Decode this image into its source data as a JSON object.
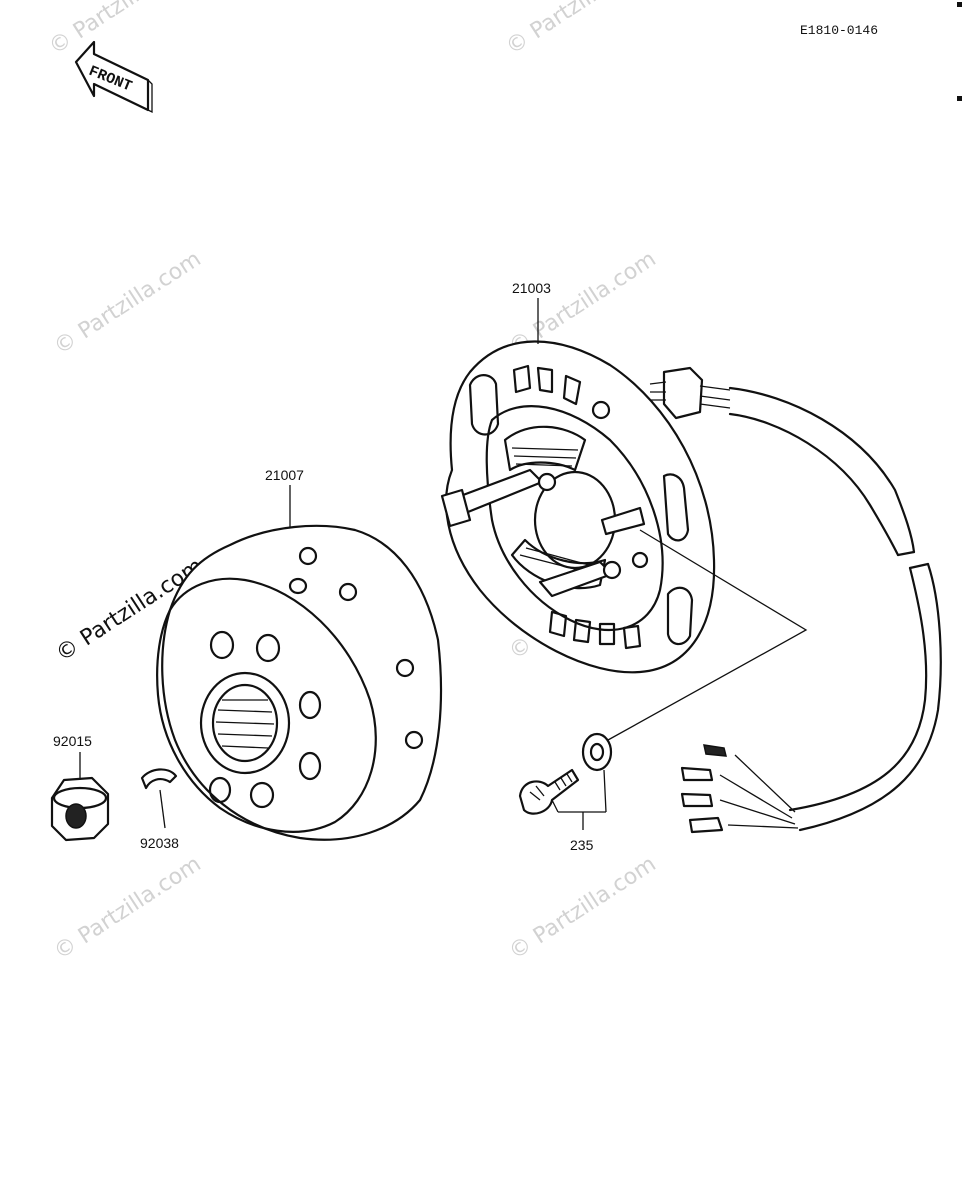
{
  "diagram_code": "E1810-0146",
  "front_label": "FRONT",
  "watermark": "© Partzilla.com",
  "parts": {
    "stator": "21003",
    "flywheel": "21007",
    "nut": "92015",
    "key": "92038",
    "screw_set": "235"
  }
}
